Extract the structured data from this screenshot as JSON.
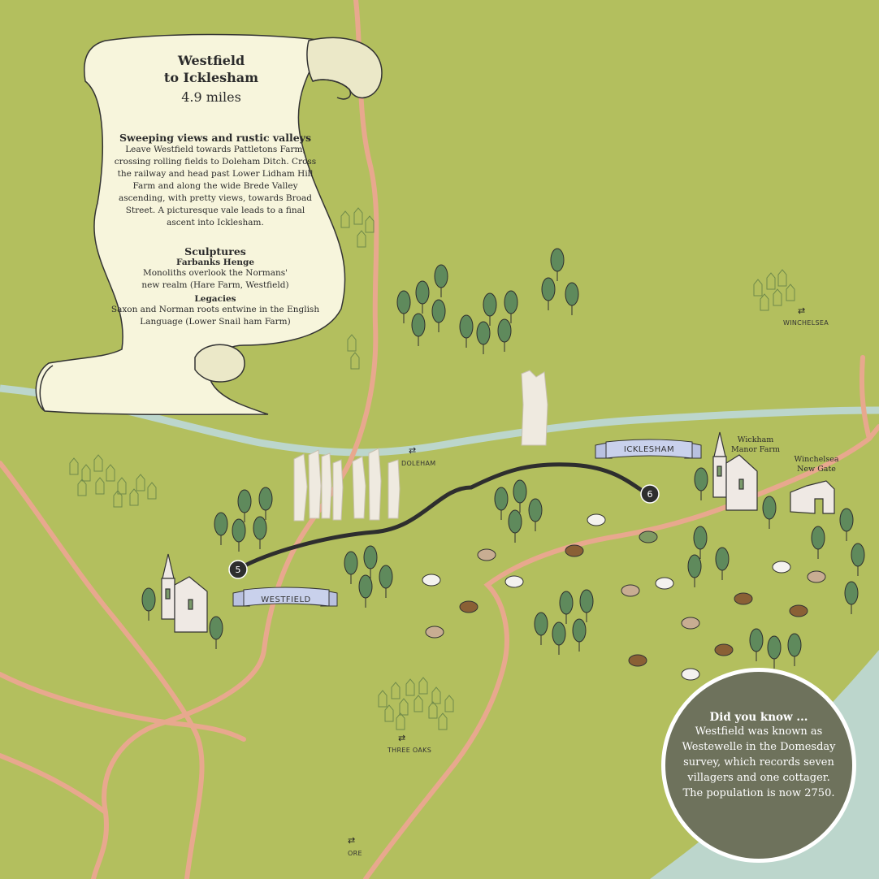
{
  "route": {
    "title_line1": "Westfield",
    "title_line2": "to Icklesham",
    "distance": "4.9 miles",
    "section1_heading": "Sweeping views and rustic valleys",
    "section1_lines": [
      "Leave Westfield towards Pattletons Farm,",
      "crossing rolling fields to Doleham Ditch. Cross",
      "the railway and head past Lower Lidham Hill",
      "Farm and along the wide Brede Valley",
      "ascending, with pretty views, towards Broad",
      "Street. A picturesque vale leads to a final",
      "ascent into Icklesham."
    ],
    "sculptures_heading": "Sculptures",
    "sculpture1_name": "Farbanks Henge",
    "sculpture1_lines": [
      "Monoliths overlook the Normans'",
      "new realm (Hare Farm, Westfield)"
    ],
    "sculpture2_name": "Legacies",
    "sculpture2_lines": [
      "Saxon and Norman roots entwine in the English",
      "Language (Lower Snail ham Farm)"
    ]
  },
  "places": {
    "westfield": "WESTFIELD",
    "icklesham": "ICKLESHAM",
    "doleham": "Doleham",
    "winchelsea": "Winchelsea",
    "three_oaks": "Three Oaks",
    "ore": "Ore",
    "wickham_line1": "Wickham",
    "wickham_line2": "Manor Farm",
    "newgate_line1": "Winchelsea",
    "newgate_line2": "New Gate"
  },
  "markers": {
    "start": "5",
    "end": "6"
  },
  "rail_symbol": "⇄",
  "info": {
    "heading": "Did you know ...",
    "lines": [
      "Westfield was known as",
      "Westewelle in the Domesday",
      "survey, which records seven",
      "villagers and one cottager.",
      "The population is now 2750."
    ]
  },
  "colors": {
    "grass": "#b3bf5e",
    "road": "#e8a88e",
    "river": "#bcd6cc",
    "route": "#2e2e2e",
    "scroll": "#f7f5dc",
    "tree": "#5f8a5c",
    "banner": "#c9d1ec",
    "info_circle": "#6e725c"
  }
}
